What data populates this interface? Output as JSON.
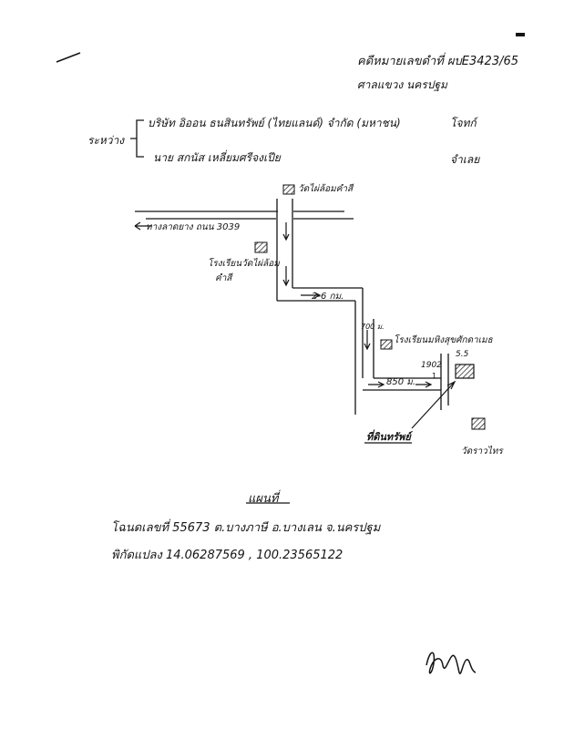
{
  "header": {
    "case_no": "คดีหมายเลขดำที่ ผบE3423/65",
    "court": "ศาลแขวง นครปฐม"
  },
  "parties": {
    "bracket_label": "ระหว่าง",
    "plaintiff": "บริษัท อิออน ธนสินทรัพย์ (ไทยแลนด์) จำกัด (มหาชน)",
    "plaintiff_role": "โจทก์",
    "defendant": "นาย สกนัส เหลี่ยมศรีจงเปีย",
    "defendant_role": "จำเลย"
  },
  "map_labels": {
    "temple_top": "วัดไผ่ล้อมคำสี",
    "road_left": "ทางลาดยาง ถนน 3039",
    "school_left": "โรงเรียนวัดไผ่ล้อม",
    "school_left_line2": "คำสี",
    "distance_1": "2-6 กม.",
    "vertical_distance": "700 ม.",
    "school_right": "โรงเรียนมหิงสุขศักดาเมธ",
    "distance_2": "850 ม.",
    "plot_note_top": "5.5",
    "plot_note_num": "1902",
    "plot_note_sub": "1",
    "house_label": "ที่ดินทรัพย์",
    "temple_right": "วัดราวไทร"
  },
  "footer": {
    "map_title": "แผนที่",
    "deed_line": "โฉนดเลขที่ 55673 ต.บางภาษี อ.บางเลน จ.นครปฐม",
    "coords_line": "พิกัดแปลง 14.06287569 , 100.23565122"
  },
  "colors": {
    "ink": "#141414",
    "paper": "#ffffff"
  }
}
